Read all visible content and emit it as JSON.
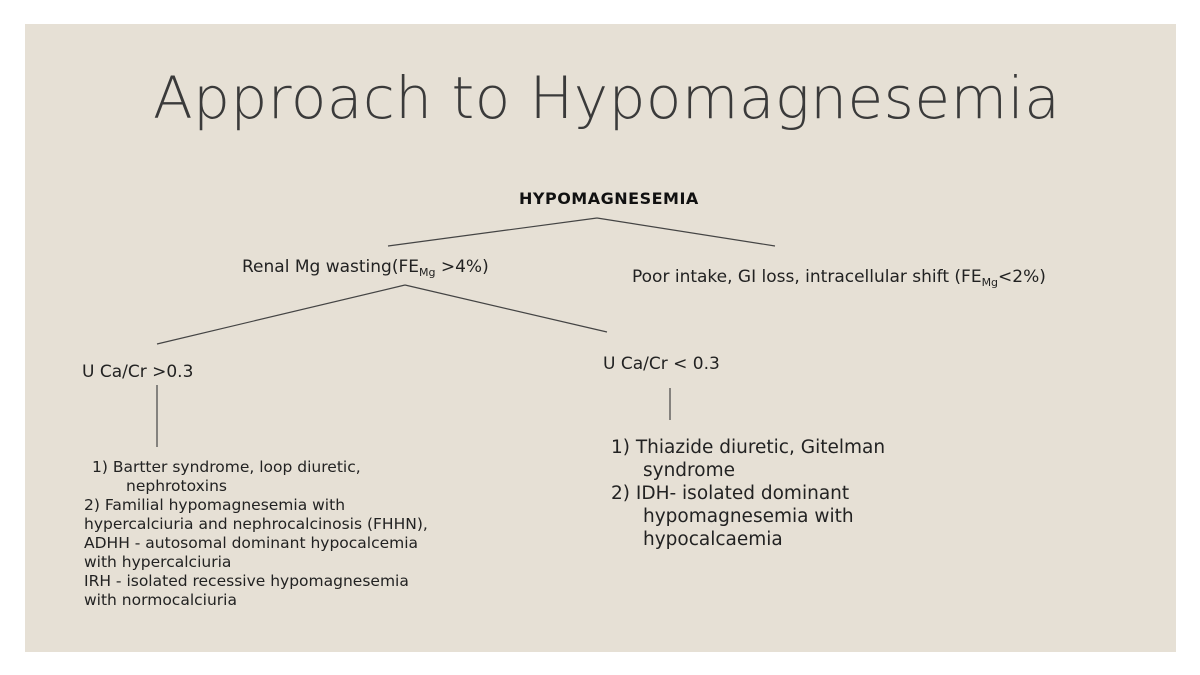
{
  "slide": {
    "title": "Approach to  Hypomagnesemia",
    "root": "HYPOMAGNESEMIA",
    "renal": {
      "prefix": "Renal Mg wasting(FE",
      "sub": "Mg",
      "suffix": " >4%)"
    },
    "poor": {
      "prefix": "Poor intake, GI loss, intracellular shift (FE",
      "sub": "Mg",
      "suffix": "<2%)"
    },
    "high_ratio": "U Ca/Cr >0.3",
    "low_ratio": "U Ca/Cr < 0.3",
    "left_list": [
      "1)   Bartter syndrome, loop diuretic,",
      "nephrotoxins",
      "2)  Familial hypomagnesemia with",
      "hypercalciuria and nephrocalcinosis (FHHN),",
      "ADHH - autosomal dominant hypocalcemia",
      "with hypercalciuria",
      "IRH - isolated recessive hypomagnesemia",
      "with normocalciuria"
    ],
    "right_list": [
      "1)   Thiazide diuretic, Gitelman",
      "syndrome",
      "2)   IDH- isolated dominant",
      "hypomagnesemia with",
      "hypocalcaemia"
    ]
  }
}
